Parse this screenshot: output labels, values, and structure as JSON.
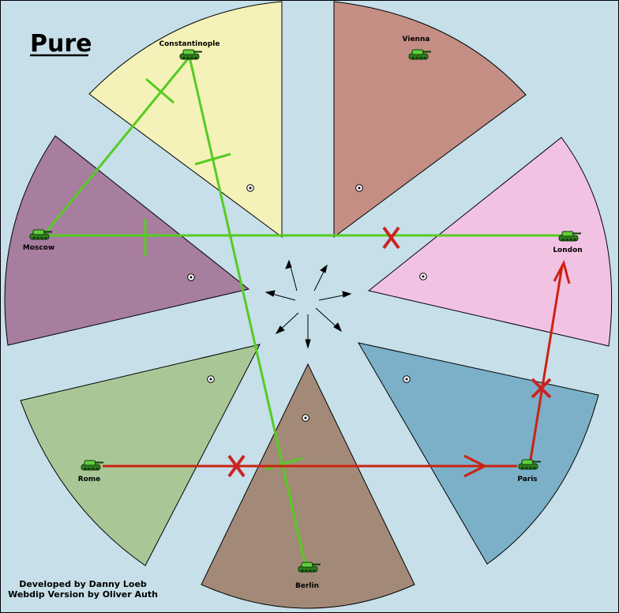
{
  "map": {
    "title": "Pure",
    "credits": {
      "line1": "Developed by Danny Loeb",
      "line2": "Webdip Version by Oliver Auth"
    },
    "colors": {
      "sea": "#c6dfe9",
      "constantinople": "#f4f2b8",
      "vienna": "#c48e84",
      "london": "#f2c2e3",
      "paris": "#7bb0c8",
      "berlin": "#a38a78",
      "rome": "#a9c796",
      "moscow": "#a77e9e",
      "support_order": "#55cc22",
      "failed_order": "#cc2211",
      "fail_mark": "#cc2222"
    }
  },
  "territories": [
    {
      "id": "constantinople",
      "label": "Constantinople",
      "unit": "army",
      "unit_color": "green"
    },
    {
      "id": "vienna",
      "label": "Vienna",
      "unit": "army",
      "unit_color": "green"
    },
    {
      "id": "london",
      "label": "London",
      "unit": "army",
      "unit_color": "green"
    },
    {
      "id": "paris",
      "label": "Paris",
      "unit": "army",
      "unit_color": "green"
    },
    {
      "id": "berlin",
      "label": "Berlin",
      "unit": "army",
      "unit_color": "green"
    },
    {
      "id": "rome",
      "label": "Rome",
      "unit": "army",
      "unit_color": "green"
    },
    {
      "id": "moscow",
      "label": "Moscow",
      "unit": "army",
      "unit_color": "green"
    }
  ],
  "orders": [
    {
      "from": "Moscow",
      "to": "Constantinople",
      "type": "support-hold",
      "color": "green"
    },
    {
      "from": "Moscow",
      "to": "London",
      "type": "support-hold",
      "color": "green",
      "failed": true
    },
    {
      "from": "Berlin",
      "to": "Constantinople",
      "type": "support-hold",
      "color": "green"
    },
    {
      "from": "Rome",
      "to": "Paris",
      "type": "move",
      "color": "red",
      "failed": true
    },
    {
      "from": "Paris",
      "to": "London",
      "type": "move",
      "color": "red",
      "failed": true
    }
  ],
  "icons": {
    "unit": "tank-icon",
    "supply_center": "supply-center-icon",
    "fail": "x-mark-icon",
    "compass": "compass-arrows-icon"
  }
}
